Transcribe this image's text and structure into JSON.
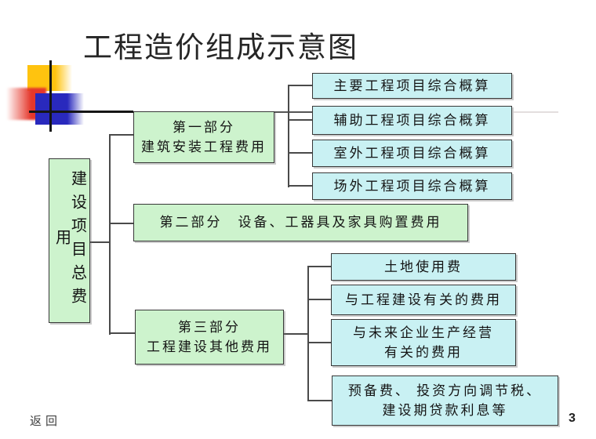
{
  "slide": {
    "title": "工程造价组成示意图",
    "page_number": "3",
    "footer": {
      "return_label": "返回"
    }
  },
  "diagram": {
    "root_label": "建设项目总费用",
    "part1": {
      "line1": "第一部分",
      "line2": "建筑安装工程费用"
    },
    "part1_children": [
      "主要工程项目综合概算",
      "辅助工程项目综合概算",
      "室外工程项目综合概算",
      "场外工程项目综合概算"
    ],
    "part2": {
      "label": "第二部分　设备、工器具及家具购置费用"
    },
    "part3": {
      "line1": "第三部分",
      "line2": "工程建设其他费用"
    },
    "part3_children": [
      {
        "line1": "土地使用费"
      },
      {
        "line1": "与工程建设有关的费用"
      },
      {
        "line1": "与未来企业生产经营",
        "line2": "有关的费用"
      },
      {
        "line1": "预备费、 投资方向调节税、",
        "line2": "建设期贷款利息等"
      }
    ]
  },
  "colors": {
    "box_green": "#cdf3cd",
    "box_cyan": "#c9f1f3",
    "accent_yellow": "#ffc30f",
    "accent_red": "#e5372b",
    "accent_blue": "#2929bd",
    "connector_line": "#4a4a4a"
  }
}
